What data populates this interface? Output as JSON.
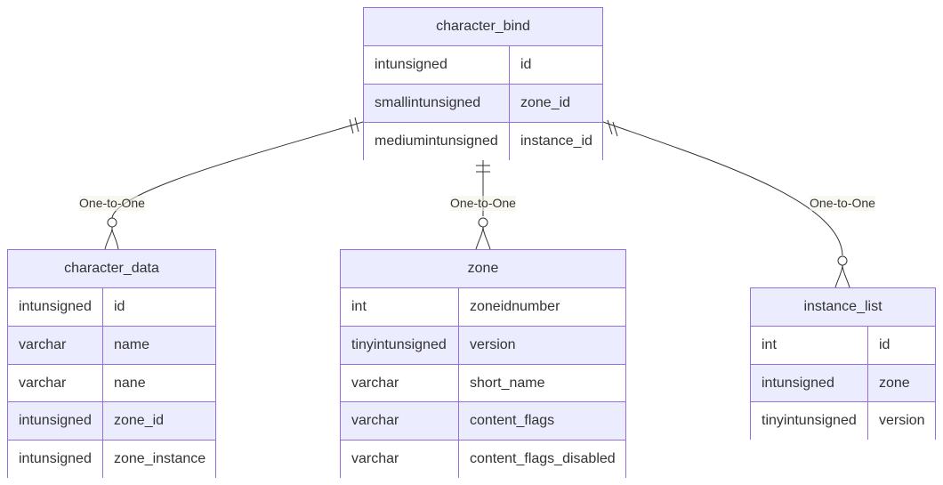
{
  "colors": {
    "border": "#9370db",
    "header_fill": "#ececff",
    "row_odd_fill": "#ececff",
    "row_even_fill": "#ffffff",
    "line": "#333333",
    "label_bg": "#f3f3e8"
  },
  "entities": {
    "character_bind": {
      "name": "character_bind",
      "attributes": [
        {
          "type": "intunsigned",
          "name": "id"
        },
        {
          "type": "smallintunsigned",
          "name": "zone_id"
        },
        {
          "type": "mediumintunsigned",
          "name": "instance_id"
        }
      ]
    },
    "character_data": {
      "name": "character_data",
      "attributes": [
        {
          "type": "intunsigned",
          "name": "id"
        },
        {
          "type": "varchar",
          "name": "name"
        },
        {
          "type": "varchar",
          "name": "nane"
        },
        {
          "type": "intunsigned",
          "name": "zone_id"
        },
        {
          "type": "intunsigned",
          "name": "zone_instance"
        }
      ]
    },
    "zone": {
      "name": "zone",
      "attributes": [
        {
          "type": "int",
          "name": "zoneidnumber"
        },
        {
          "type": "tinyintunsigned",
          "name": "version"
        },
        {
          "type": "varchar",
          "name": "short_name"
        },
        {
          "type": "varchar",
          "name": "content_flags"
        },
        {
          "type": "varchar",
          "name": "content_flags_disabled"
        }
      ]
    },
    "instance_list": {
      "name": "instance_list",
      "attributes": [
        {
          "type": "int",
          "name": "id"
        },
        {
          "type": "intunsigned",
          "name": "zone"
        },
        {
          "type": "tinyintunsigned",
          "name": "version"
        }
      ]
    }
  },
  "relationships": [
    {
      "from": "character_bind",
      "to": "character_data",
      "label": "One-to-One",
      "from_cardinality": "exactly-one",
      "to_cardinality": "zero-or-many"
    },
    {
      "from": "character_bind",
      "to": "zone",
      "label": "One-to-One",
      "from_cardinality": "exactly-one",
      "to_cardinality": "zero-or-many"
    },
    {
      "from": "character_bind",
      "to": "instance_list",
      "label": "One-to-One",
      "from_cardinality": "exactly-one",
      "to_cardinality": "zero-or-many"
    }
  ]
}
